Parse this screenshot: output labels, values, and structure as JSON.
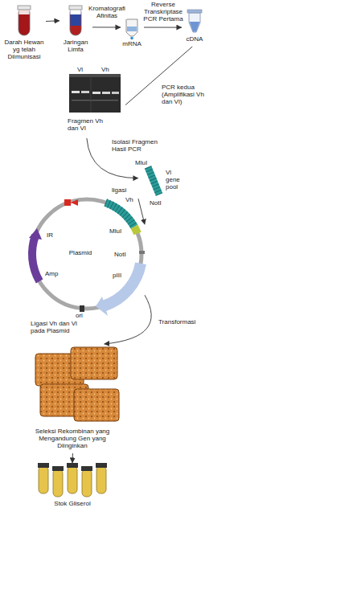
{
  "diagram": {
    "nodes": [
      {
        "text": [
          "Darah Hewan yg telah Diimunisasi"
        ]
      },
      {
        "text": [
          "Jaringan Limfa"
        ]
      },
      {
        "text": [
          "mRNA"
        ]
      },
      {
        "text": [
          "cDNA"
        ]
      },
      {
        "text": [
          "Fragmen Vh dan Vl"
        ]
      },
      {
        "text": [
          "Plasmid",
          "Ligasi Vh dan Vl pada Plasmid"
        ]
      },
      {
        "text": [
          "Vl gene pool"
        ]
      },
      {
        "text": [
          "Seleksi Rekombinan yang Mengandung Gen yang Diinginkan"
        ]
      },
      {
        "text": [
          "Stok Gliserol"
        ]
      }
    ],
    "edges": [
      {
        "from": 0,
        "to": 1,
        "arrow": "to"
      },
      {
        "from": 1,
        "to": 2,
        "label": "Kromatografi Afinitas",
        "arrow": "to"
      },
      {
        "from": 2,
        "to": 3,
        "label": "Reverse Transkriptase PCR Pertama",
        "arrow": "to"
      },
      {
        "from": 3,
        "to": 4,
        "label": "PCR kedua (Amplifikasi Vh dan Vl)",
        "arrow": "none"
      },
      {
        "from": 4,
        "to": 6,
        "label": "Isolasi Fragmen Hasil PCR",
        "arrow": "to"
      },
      {
        "from": 6,
        "to": 5,
        "label": "ligasi",
        "arrow": "to"
      },
      {
        "from": 5,
        "to": 7,
        "label": "Transformasi",
        "arrow": "to"
      },
      {
        "from": 7,
        "to": 8,
        "arrow": "to"
      }
    ],
    "labels": [
      "Vl",
      "Vh",
      "Vh",
      "MluI",
      "IR",
      "Amp",
      "NotI",
      "pIII",
      "ori",
      "MluI",
      "NotI"
    ]
  }
}
